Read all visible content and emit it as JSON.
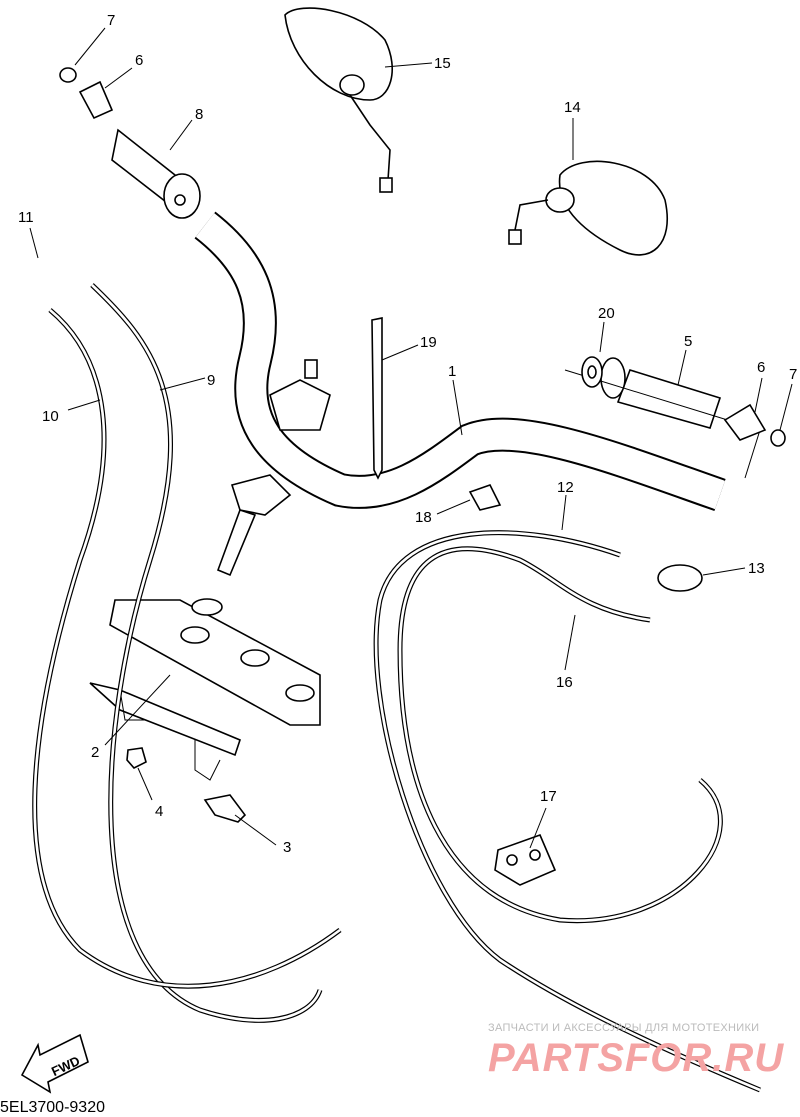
{
  "diagram_code": "5EL3700-9320",
  "fwd_label": "FWD",
  "watermark": {
    "line1": "ЗАПЧАСТИ И АКСЕССУАРЫ ДЛЯ МОТОТЕХНИКИ",
    "line2": "PARTSFOR.RU"
  },
  "callouts": [
    "7",
    "6",
    "8",
    "15",
    "14",
    "11",
    "9",
    "10",
    "19",
    "1",
    "20",
    "5",
    "6",
    "7",
    "12",
    "18",
    "13",
    "16",
    "2",
    "4",
    "3",
    "17"
  ]
}
